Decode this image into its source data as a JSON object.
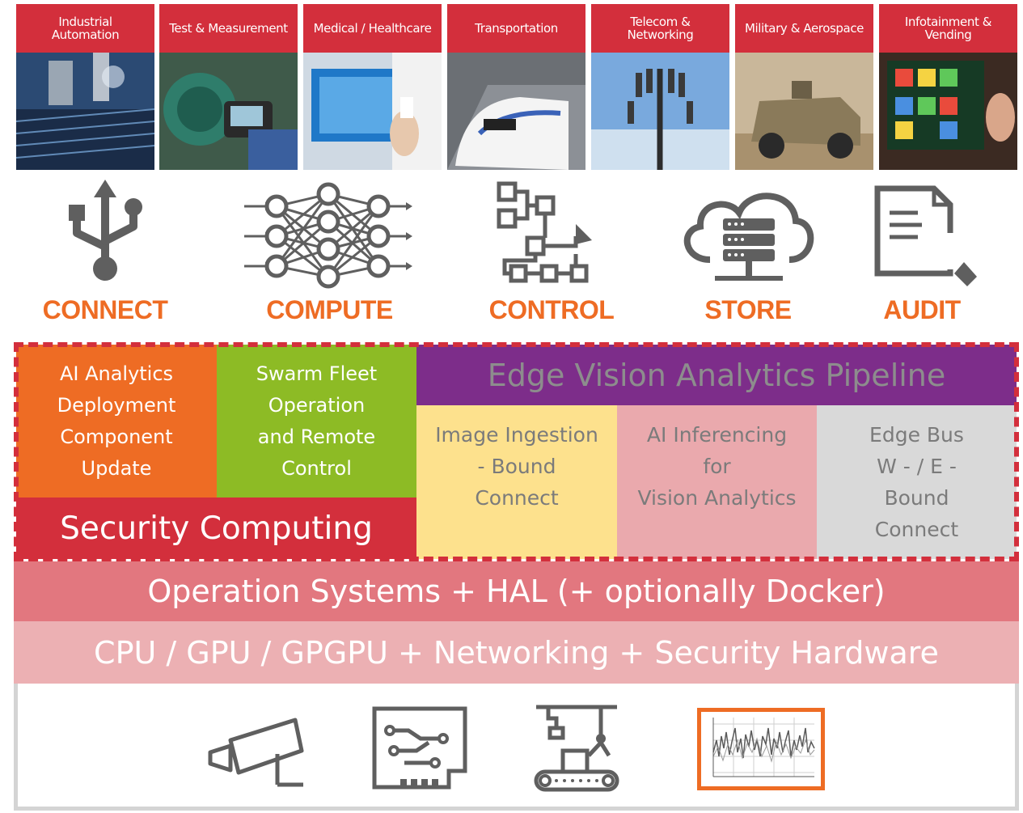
{
  "industries": [
    {
      "label": "Industrial\nAutomation"
    },
    {
      "label": "Test & Measurement"
    },
    {
      "label": "Medical / Healthcare"
    },
    {
      "label": "Transportation"
    },
    {
      "label": "Telecom &\nNetworking"
    },
    {
      "label": "Military & Aerospace"
    },
    {
      "label": "Infotainment &\nVending"
    }
  ],
  "capabilities": [
    {
      "label": "CONNECT",
      "icon": "usb-icon"
    },
    {
      "label": "COMPUTE",
      "icon": "neural-network-icon"
    },
    {
      "label": "CONTROL",
      "icon": "flowchart-icon"
    },
    {
      "label": "STORE",
      "icon": "cloud-server-icon"
    },
    {
      "label": "AUDIT",
      "icon": "document-audit-icon"
    }
  ],
  "stack": {
    "ai_analytics": "AI Analytics\nDeployment\nComponent\nUpdate",
    "swarm_fleet": "Swarm Fleet\nOperation\nand Remote\nControl",
    "security": "Security Computing",
    "pipeline_title": "Edge Vision Analytics Pipeline",
    "image_ingestion": "Image Ingestion\n- Bound\nConnect",
    "ai_inferencing": "AI Inferencing\nfor\nVision Analytics",
    "edge_bus": "Edge Bus\nW - / E -\nBound\nConnect",
    "os_layer": "Operation Systems + HAL (+ optionally Docker)",
    "hw_layer": "CPU / GPU / GPGPU + Networking + Security Hardware"
  },
  "devices": [
    {
      "icon": "security-camera-icon"
    },
    {
      "icon": "circuit-board-icon"
    },
    {
      "icon": "robotic-assembly-icon"
    },
    {
      "icon": "oscilloscope-chart-icon"
    }
  ],
  "colors": {
    "brand_red": "#d32f3c",
    "orange": "#ee6c24",
    "green": "#8dbb25",
    "purple": "#7d2d8a",
    "yellow": "#fde18d",
    "pink": "#eaa9ad",
    "grey": "#d9d9d9",
    "icon_grey": "#5f5f5f"
  }
}
